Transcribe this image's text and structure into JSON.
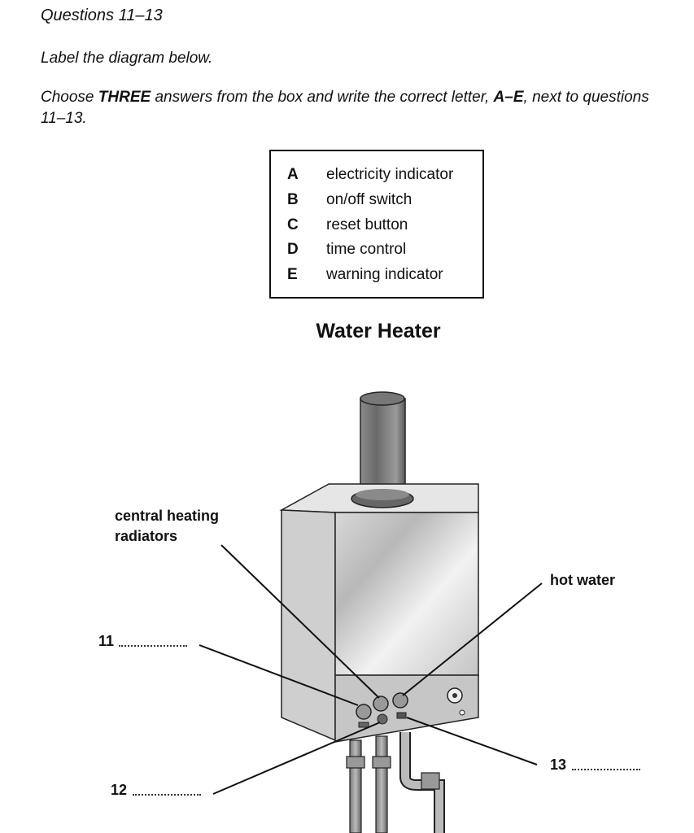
{
  "heading": "Questions 11–13",
  "instruction_1": "Label the diagram below.",
  "instruction_2": {
    "part1": "Choose ",
    "bold1": "THREE",
    "part2": " answers from the box and write the correct letter, ",
    "bold2": "A–E",
    "part3": ", next to questions 11–13."
  },
  "options": [
    {
      "letter": "A",
      "text": "electricity indicator"
    },
    {
      "letter": "B",
      "text": "on/off switch"
    },
    {
      "letter": "C",
      "text": "reset button"
    },
    {
      "letter": "D",
      "text": "time control"
    },
    {
      "letter": "E",
      "text": "warning indicator"
    }
  ],
  "diagram": {
    "title": "Water Heater",
    "labels": {
      "central_heating": "central heating radiators",
      "hot_water": "hot water"
    },
    "questions": [
      "11",
      "12",
      "13"
    ]
  }
}
